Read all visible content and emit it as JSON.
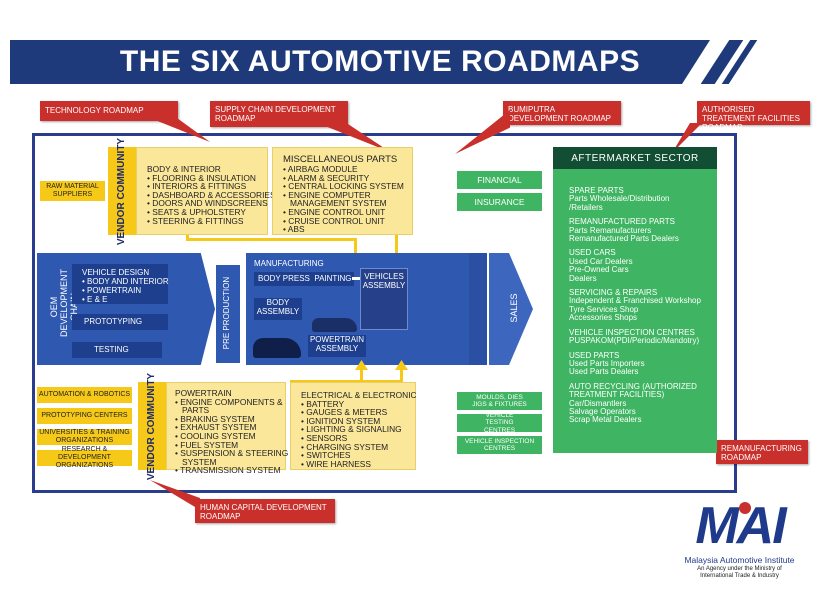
{
  "title": "THE SIX AUTOMOTIVE ROADMAPS",
  "callouts": {
    "technology": "TECHNOLOGY ROADMAP",
    "supply_chain": "SUPPLY CHAIN DEVELOPMENT ROADMAP",
    "bumiputra": "BUMIPUTRA DEVELOPMENT ROADMAP",
    "authorised": "AUTHORISED TREATEMENT FACILITIES ROADMAP",
    "human_capital": "HUMAN CAPITAL DEVELOPMENT ROADMAP",
    "remanufacturing": "REMANUFACTURING ROADMAP"
  },
  "left_labels": {
    "raw_material": "RAW MATERIAL SUPPLIERS",
    "automation": "AUTOMATION & ROBOTICS",
    "prototyping_centers": "PROTOTYPING CENTERS",
    "universities": "UNIVERSITIES & TRAINING ORGANIZATIONS",
    "rnd": "RESEARCH & DEVELOPMENT ORGANIZATIONS"
  },
  "vendor_top": {
    "label": "VENDOR COMMUNITY",
    "heading": "BODY & INTERIOR",
    "items": [
      "FLOORING & INSULATION",
      "INTERIORS & FITTINGS",
      "DASHBOARD & ACCESSORIES",
      "DOORS AND WINDSCREENS",
      "SEATS & UPHOLSTERY",
      "STEERING & FITTINGS"
    ]
  },
  "misc_parts": {
    "heading": "MISCELLANEOUS PARTS",
    "items": [
      "AIRBAG MODULE",
      "ALARM & SECURITY",
      "CENTRAL LOCKING SYSTEM",
      "ENGINE COMPUTER",
      "ENGINE CONTROL UNIT",
      "CRUISE CONTROL UNIT",
      "ABS"
    ],
    "item4_cont": "MANAGEMENT SYSTEM"
  },
  "vendor_bottom": {
    "label": "VENDOR COMMUNITY",
    "heading": "POWERTRAIN",
    "items": [
      "ENGINE COMPONENTS &",
      "BRAKING SYSTEM",
      "EXHAUST SYSTEM",
      "COOLING SYSTEM",
      "FUEL SYSTEM",
      "SUSPENSION & STEERING",
      "TRANSMISSION SYSTEM"
    ],
    "item1_cont": "PARTS",
    "item6_cont": "SYSTEM"
  },
  "electrical": {
    "heading": "ELECTRICAL & ELECTRONIC",
    "items": [
      "BATTERY",
      "GAUGES & METERS",
      "IGNITION SYSTEM",
      "LIGHTING & SIGNALING",
      "SENSORS",
      "CHARGING SYSTEM",
      "SWITCHES",
      "WIRE HARNESS"
    ]
  },
  "oem": {
    "label": "OEM DEVELOPMENT CHAIN",
    "vehicle_design": "VEHICLE DESIGN",
    "design_items": [
      "BODY AND INTERIOR",
      "POWERTRAIN",
      "E & E"
    ],
    "prototyping": "PROTOTYPING",
    "testing": "TESTING",
    "pre_production": "PRE PRODUCTION",
    "manufacturing": "MANUFACTURING",
    "body_press": "BODY PRESS",
    "painting": "PAINTING",
    "body_assembly": "BODY ASSEMBLY",
    "vehicles_assembly": "VEHICLES ASSEMBLY",
    "powertrain_assembly": "POWERTRAIN ASSEMBLY",
    "sales": "SALES"
  },
  "green_boxes": {
    "financial": "FINANCIAL",
    "insurance": "INSURANCE",
    "moulds": "MOULDS, DIES JIGS & FIXTURES",
    "vehicle_testing": "VEHICLE TESTING CENTRES",
    "vehicle_inspection": "VEHICLE INSPECTION CENTRES"
  },
  "aftermarket": {
    "heading": "AFTERMARKET SECTOR",
    "sections": [
      {
        "title": "SPARE PARTS",
        "lines": [
          "Parts Wholesale/Distribution",
          "/Retailers"
        ]
      },
      {
        "title": "REMANUFACTURED PARTS",
        "lines": [
          "Parts Remanufacturers",
          "Remanufactured Parts Dealers"
        ]
      },
      {
        "title": "USED CARS",
        "lines": [
          "Used Car Dealers",
          "Pre-Owned Cars",
          "Dealers"
        ]
      },
      {
        "title": "SERVICING & REPAIRS",
        "lines": [
          "Independent  & Franchised Workshop",
          "Tyre Services Shop",
          "Accessories Shops"
        ]
      },
      {
        "title": "VEHICLE INSPECTION CENTRES",
        "lines": [
          "PUSPAKOM(PDI/Periodic/Mandotry)"
        ]
      },
      {
        "title": "USED PARTS",
        "lines": [
          "Used Parts Importers",
          "Used Parts Dealers"
        ]
      },
      {
        "title": "AUTO RECYCLING (AUTHORIZED",
        "lines": [
          "TREATMENT FACILITIES)",
          "Car/Dismantlers",
          "Salvage Operators",
          "Scrap Metal Dealers"
        ]
      }
    ]
  },
  "logo": {
    "mark": "MAI",
    "name": "Malaysia Automotive Institute",
    "tagline1": "An Agency under the Ministry of",
    "tagline2": "International Trade & Industry"
  },
  "colors": {
    "navy": "#1f3a7a",
    "red": "#c9302c",
    "yellow": "#f6c919",
    "light_yellow": "#fbe79a",
    "blue": "#2f58b0",
    "green": "#3fb462",
    "dark_green": "#114e33"
  }
}
